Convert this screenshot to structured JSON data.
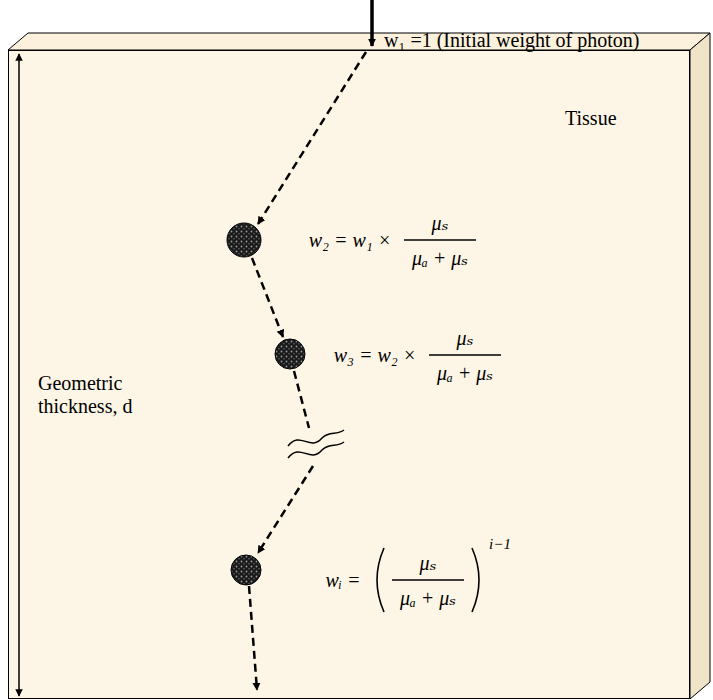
{
  "diagram": {
    "nodes": [
      {
        "text": [
          "Tissue"
        ]
      }
    ],
    "labels": [
      "w₁ =1 (Initial weight of photon)",
      "Geometric thickness, d",
      "w₂ = w₁ ×",
      "μₛ",
      "μₐ + μₛ",
      "w₃ = w₂ ×",
      "μₛ",
      "μₐ + μₛ",
      "wᵢ =",
      "μₛ",
      "μₐ + μₛ",
      "i−1"
    ]
  }
}
